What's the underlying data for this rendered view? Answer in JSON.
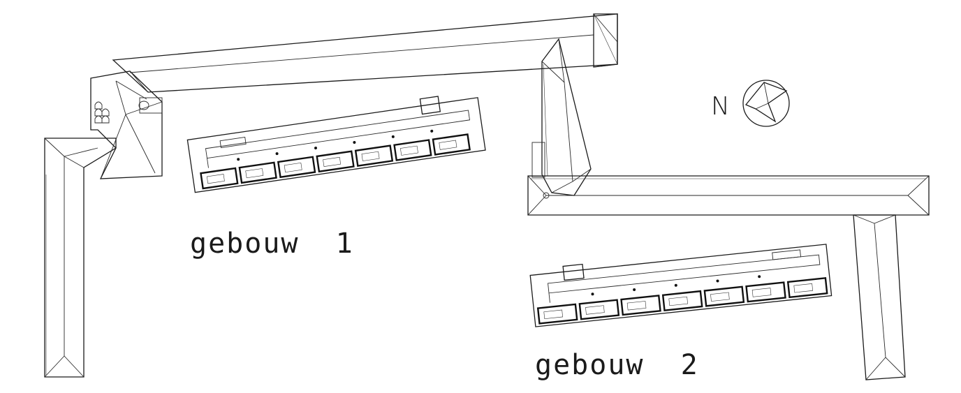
{
  "labels": {
    "building_1": "gebouw  1",
    "building_2": "gebouw  2",
    "north": "N"
  },
  "colors": {
    "line": "#1a1a1a",
    "background": "#ffffff"
  },
  "icons": [
    "north-arrow-icon"
  ]
}
